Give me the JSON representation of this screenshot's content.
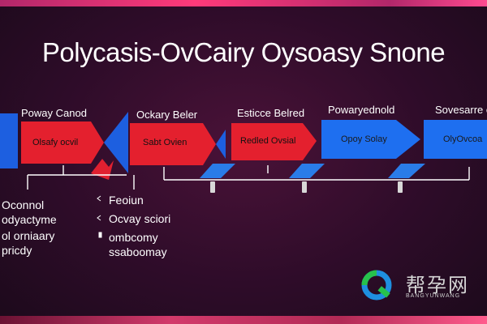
{
  "title": "Polycasis-OvCairy Oysoasy Snone",
  "stages": [
    {
      "label": "Poway Canod",
      "box_text": "Olsafy ocvil",
      "color": "#e4202e"
    },
    {
      "label": "Ockary Beler",
      "box_text": "Sabt Ovien",
      "color": "#e4202e"
    },
    {
      "label": "Esticce Belred",
      "box_text": "Redled Ovsial",
      "color": "#e4202e"
    },
    {
      "label": "Powaryednold",
      "box_text": "Opoy Solay",
      "color": "#1e6ff0"
    },
    {
      "label": "Sovesarre of",
      "box_text": "OlyOvcoa",
      "color": "#1e6ff0"
    }
  ],
  "left_notes": [
    "Oconnol",
    "odyactyme",
    "ol orniaary",
    "pricdy"
  ],
  "middle_notes": [
    "Feoiun",
    "Ocvay sciori",
    "ombcomy",
    "ssaboomay"
  ],
  "logo": {
    "text_cn": "帮孕网",
    "text_en": "BANGYUNWANG"
  },
  "colors": {
    "background": "#2e0c29",
    "accent": "#ff3a7a",
    "red": "#e4202e",
    "blue": "#1e6ff0"
  }
}
